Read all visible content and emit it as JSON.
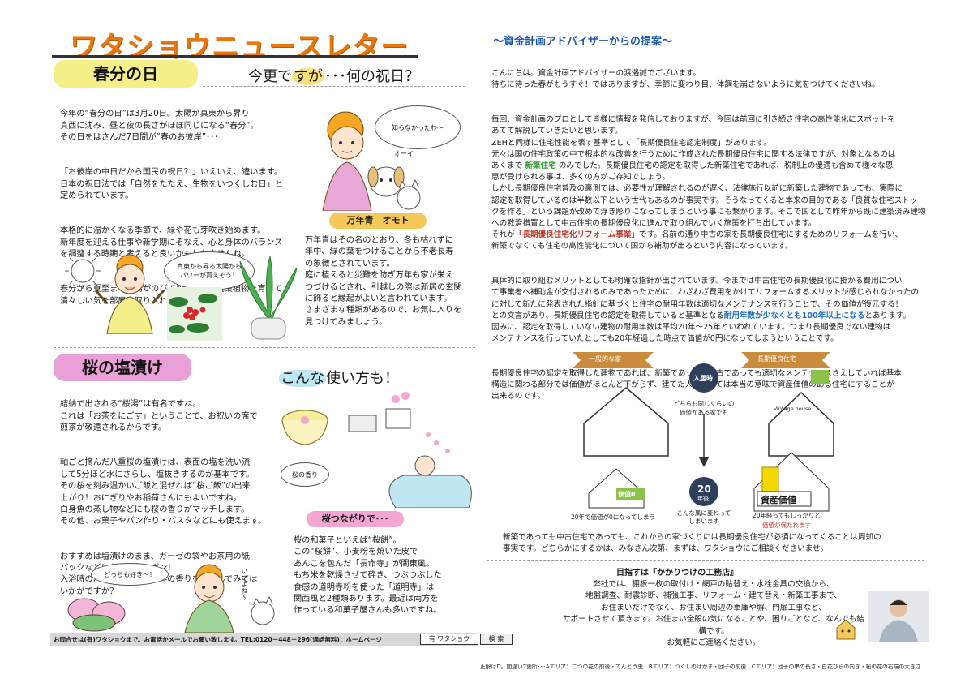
{
  "header": {
    "title": "ワタショウニュースレター"
  },
  "shunbun": {
    "heading": "春分の日",
    "subtitle_a": "今更で",
    "subtitle_b": "すが",
    "subtitle_c": "･･･何の祝日？",
    "p1": "今年の“春分の日”は3月20日。太陽が真東から昇り\n真西に沈み、昼と夜の長さがほぼ同じになる“春分”。\nその日をはさんだ7日間が“春のお彼岸”･･･",
    "p2": "「お彼岸の中日だから国民の祝日？」いえいえ、違います。\n日本の祝日法では「自然をたたえ、生物をいつくしむ日」と\n定められています。",
    "p3": "本格的に温かくなる季節で、緑や花も芽吹き始めます。\n新年度を迎える仕事や新学期にそなえ、心と身体のバランス\nを調整する時期と考えると良いかもしれませんね。",
    "p4": "春分から夏至までは陽がのびてゆきます。観葉植物を育てて\n清々しい気を部屋に取り入れてみましょう。",
    "bubble_top": "知らなかったわ～",
    "bubble_sun": "真東から昇る太陽から\nパワーが貰えそう！",
    "dog_voice": "オーイ"
  },
  "omoto": {
    "ribbon": "万年青　オモト",
    "text": "万年青はその名のとおり、冬も枯れずに\n年中、緑の葉をつけることから不老長寿\nの象徴とされています。\n庭に植えると災難を防ぎ万年も家が栄え\nつづけるとされ、引越しの際は新居の玄関\nに飾ると縁起がよいと言われています。\nさまざまな種類があるので、お気に入りを\n見つけてみましょう。"
  },
  "sakura": {
    "heading": "桜の塩漬け",
    "subtitle_a": "こんな",
    "subtitle_b": "使い方も！",
    "p1": "結納で出される“桜湯”は有名ですね。\nこれは「お茶をにごす」ということで、お祝いの席で\n煎茶が敬遠されるからです。",
    "p2": "軸ごと摘んだ八重桜の塩漬けは、表面の塩を洗い流\nして5分ほど水にさらし、塩抜きするのが基本です。\nその桜を刻み温かいご飯と混ぜれば“桜ご飯”の出来\n上がり！おにぎりやお稲荷さんにもよいですね。\n白身魚の蒸し物などにも桜の香りがマッチします。\nその他、お菓子やパン作り・パスタなどにも使えます。",
    "p3": "おすすめは塩漬けのまま、ガーゼの袋やお茶用の紙\nパックなどに入れ湯船にポン！\n入浴時のバスソルトとして春の香りを楽しんでみては\nいかがですか？",
    "bubble_bath": "桜の香り",
    "bubble_girl": "どっちも好き～！",
    "cat_voice": "いいよね～"
  },
  "sakura_tsunagari": {
    "ribbon": "桜つながりで･･･",
    "text": "桜の和菓子といえば“桜餅”。\nこの“桜餅”、小麦粉を焼いた皮で\nあんこを包んだ「長命寺」が関東風。\nもち米を乾燥させて砕き、つぶつぶした\n食感の道明寺粉を使った「道明寺」は\n関西風と2種類あります。最近は両方を\n作っている和菓子屋さんも多いですね。"
  },
  "contact": {
    "text": "お問合せは(有)ワタショウまで。お電話かメールでお願い致します。TEL:0120－448－296(通話無料)：ホームページ",
    "search_box": "有 ワタショウ",
    "search_button": "検 索"
  },
  "proposal": {
    "heading": "～資金計画アドバイザーからの提案～",
    "p1": "こんにちは。資金計画アドバイザーの渡邉誠でございます。\n待ちに待った春がもうすぐ！ではありますが、季節に変わり目、体調を崩さないように気をつけてくださいね。",
    "p2": "毎回、資金計画のプロとして皆様に情報を発信しておりますが、今回は前回に引き続き住宅の高性能化にスポットを\nあてて解説していきたいと思います。\nZEHと同様に住宅性能を表す基準として「長期優良住宅認定制度」があります。\n元々は国の住宅政策の中で根本的な改善を行うために作成された長期優良住宅に関する法律ですが、対象となるのは\nあくまで",
    "p2_green": "新築住宅",
    "p2_cont": "のみでした。長期優良住宅の認定を取得した新築住宅であれば、税制上の優遇も含めて様々な恩\n恵が受けられる事は、多くの方がご存知でしょう。\nしかし長期優良住宅普及の裏側では、必要性が理解されるのが遅く、法律施行以前に新築した建物であっても、実際に\n認定を取得しているのは半数以下という世代もあるのが事実です。そうなってくると本来の目的である「良質な住宅ストッ\nクを作る」という課題が改めて浮き彫りになってしまうという事にも繋がります。そこで国として昨年から既に建築済み建物\nへの救済措置として中古住宅の長期優良化に進んで取り組んでいく施策を打ち出しています。\nそれが",
    "p2_red": "「長期優良住宅化リフォーム事業」",
    "p2_end": "です。名前の通り中古の家を長期優良住宅にするためのリフォームを行い、\n新築でなくても住宅の高性能化について国から補助が出るという内容になっています。",
    "p3": "具体的に取り組むメリットとしても明確な指針が出されています。今までは中古住宅の長期優良化に掛かる費用につい\nて事業者へ補助金が交付されるのみであったために、わざわざ費用をかけてリフォームするメリットが感じられなかったの\nに対して新たに発表された指針に基づくと住宅の耐用年数は適切なメンテナンスを行うことで、その価値が復元する！\nとの文言があり、長期優良住宅の認定を取得していると基準となる",
    "p3_blue": "耐用年数が少なくとも100年以上になる",
    "p3_end": "とあります。\n因みに、認定を取得していない建物の耐用年数は平均20年～25年といわれています。つまり長期優良でない建物は\nメンテナンスを行っていたとしても20年経過した時点で価値が0円になってしまうということです。",
    "p4": "長期優良住宅の認定を取得した建物であれば、新築であっても中古であっても適切なメンテナンスさえしていれば基本\n構造に関わる部分では価値がほとんど下がらず、建てた人にとっては本当の意味で資産価値のある住宅にすることが\n出来るのです。",
    "conclusion": "新築であっても中古住宅であっても、これからの家づくりには長期優良住宅が必須になってくることは周知の\n事実です。どちらかにするかは、みなさん次第、まずは、ワタショウにご相談くださいませ。"
  },
  "diagram": {
    "left_label": "一般的な家",
    "right_label": "長期優良住宅",
    "move_in": "入居時",
    "same_value": "どちらも同じくらいの\n価値がある家でも",
    "years_num": "20",
    "years_unit": "年後",
    "how_change": "こんな風に変わって\nしまいます",
    "left_caption": "20年で価値が0になってしまう",
    "right_caption_a": "20年経ってもしっかりと",
    "right_caption_b": "価値が保たれます",
    "value_zero": "価値0",
    "asset_value": "資産価値",
    "house_sign": "Vintage house"
  },
  "company": {
    "heading": "目指すは『かかりつけの工務店』",
    "text": "弊社では、棚板一枚の取付け・網戸の貼替え・水栓金具の交換から、\n地盤調査、耐震診断、補強工事、リフォーム・建て替え・新築工事まで、\nお住まいだけでなく、お住まい周辺の車庫や塀、門扉工事など、\nサポートさせて頂きます。お住まい全般の気になることや、困りごとなど、なんでも結構です。\nお気軽にご連絡ください。"
  },
  "answers": {
    "text": "正解はD。間違い7箇所･･･Aエリア：二つの花の前後・てんとう虫　Bエリア：つくしのはかま・団子の前後　Cエリア：団子の串の長さ・白花びらの向き・桜の花の右端の大きさ"
  },
  "colors": {
    "title": "#e8780c",
    "spring_pill": "#f5ef8a",
    "sakura_pill": "#e9a0d6",
    "ribbon_pink": "#f4a6d2",
    "ribbon_gold": "#f5c85a",
    "diagram_tan": "#c98b3c",
    "diagram_navy": "#2f3e5a"
  }
}
